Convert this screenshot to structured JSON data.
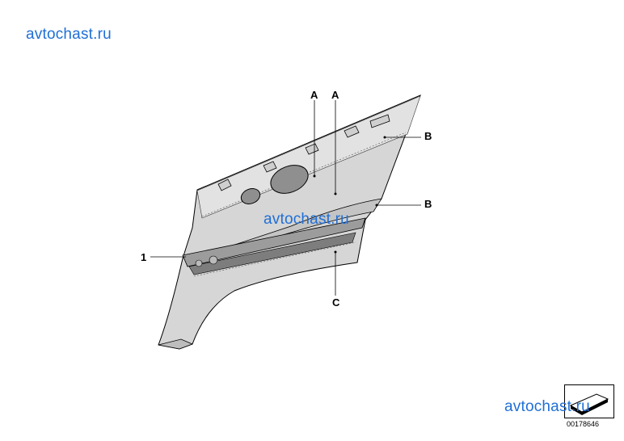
{
  "watermarks": {
    "top": "avtochast.ru",
    "center": "avtochast.ru",
    "bottom": "avtochast.ru"
  },
  "callouts": {
    "a1": "A",
    "a2": "A",
    "b1": "B",
    "b2": "B",
    "c": "C",
    "one": "1"
  },
  "part_number": "00178646",
  "colors": {
    "watermark": "#1f6fd6",
    "panel": "#d3d3d3",
    "panel_dark": "#a9a9a9",
    "outline": "#000000"
  }
}
